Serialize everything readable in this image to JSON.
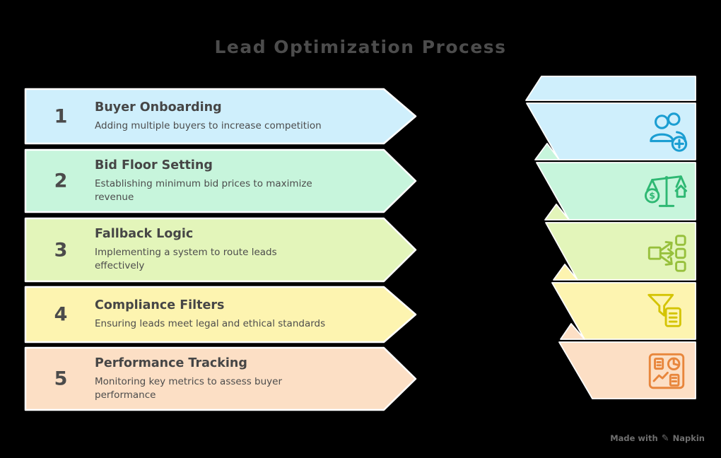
{
  "title": "Lead Optimization Process",
  "steps": [
    {
      "number": "1",
      "title": "Buyer Onboarding",
      "description": "Adding multiple buyers to increase competition",
      "band_color": "#cfeffc",
      "icon_color": "#1b9ed2",
      "icon": "user-add-icon"
    },
    {
      "number": "2",
      "title": "Bid Floor Setting",
      "description": "Establishing minimum bid prices to maximize\nrevenue",
      "band_color": "#c7f5dc",
      "icon_color": "#2eb873",
      "icon": "balance-scale-icon",
      "icon_text": "$"
    },
    {
      "number": "3",
      "title": "Fallback Logic",
      "description": "Implementing a system to route leads\neffectively",
      "band_color": "#e3f5ba",
      "icon_color": "#97c03c",
      "icon": "route-split-icon"
    },
    {
      "number": "4",
      "title": "Compliance Filters",
      "description": "Ensuring leads meet legal and ethical standards",
      "band_color": "#fdf4b0",
      "icon_color": "#d4c404",
      "icon": "filter-document-icon"
    },
    {
      "number": "5",
      "title": "Performance Tracking",
      "description": "Monitoring key metrics to assess buyer\nperformance",
      "band_color": "#fcdfc5",
      "icon_color": "#e8863c",
      "icon": "dashboard-metrics-icon"
    }
  ],
  "watermark": {
    "text": "Made with",
    "brand": "Napkin",
    "icon_char": "✎"
  },
  "colors": {
    "background": "#000000",
    "text_dark": "#4c4c4c",
    "outline": "#ffffff"
  }
}
